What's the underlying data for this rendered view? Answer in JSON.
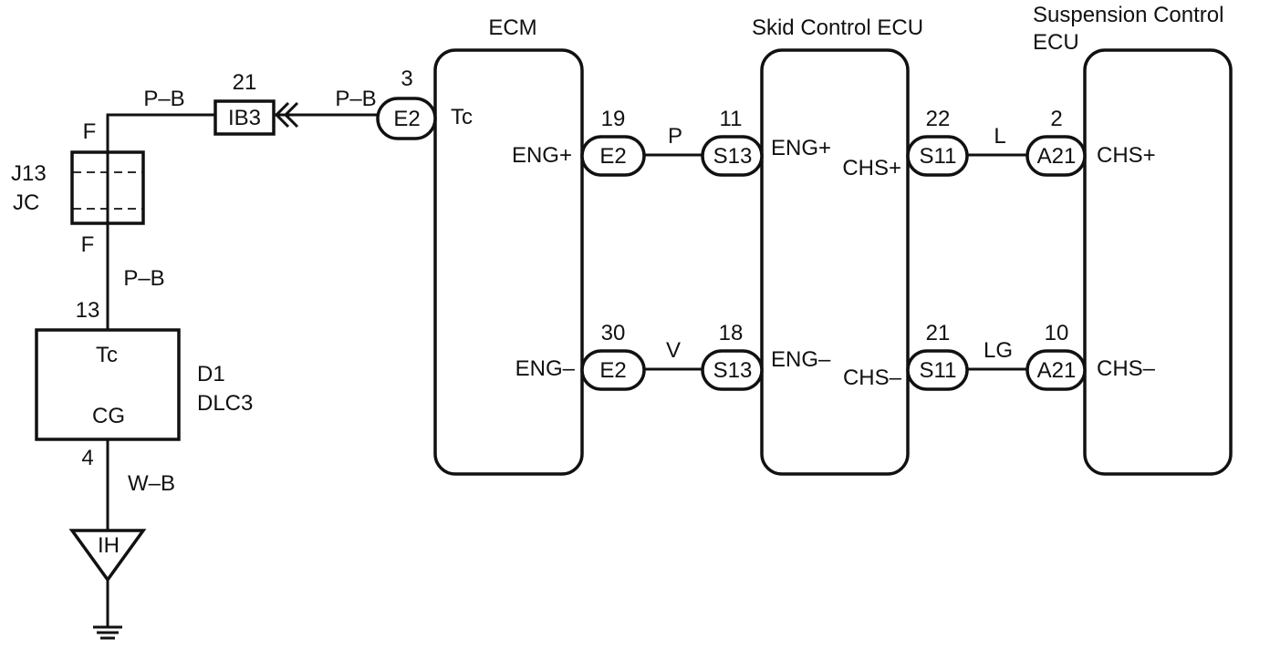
{
  "components": {
    "ecm": {
      "title": "ECM",
      "pins": {
        "tc": "Tc",
        "eng_plus": "ENG+",
        "eng_minus": "ENG–"
      }
    },
    "skid": {
      "title": "Skid Control ECU",
      "pins": {
        "eng_plus": "ENG+",
        "chs_plus": "CHS+",
        "eng_minus": "ENG–",
        "chs_minus": "CHS–"
      }
    },
    "susp": {
      "title_line1": "Suspension Control",
      "title_line2": "ECU",
      "pins": {
        "chs_plus": "CHS+",
        "chs_minus": "CHS–"
      }
    },
    "dlc3": {
      "id": "D1",
      "name": "DLC3",
      "pin_tc": "Tc",
      "pin_cg": "CG",
      "pin_top": "13",
      "pin_bottom": "4"
    },
    "jc": {
      "id": "J13",
      "name": "JC",
      "pin_top": "F",
      "pin_bottom": "F"
    },
    "ground": {
      "label": "IH"
    }
  },
  "connectors": {
    "ib3": {
      "label": "IB3",
      "pin": "21"
    },
    "ecm_tc": {
      "label": "E2",
      "pin": "3"
    },
    "ecm_engp": {
      "label": "E2",
      "pin": "19"
    },
    "ecm_engm": {
      "label": "E2",
      "pin": "30"
    },
    "skid_engp": {
      "label": "S13",
      "pin": "11"
    },
    "skid_engm": {
      "label": "S13",
      "pin": "18"
    },
    "skid_chsp": {
      "label": "S11",
      "pin": "22"
    },
    "skid_chsm": {
      "label": "S11",
      "pin": "21"
    },
    "susp_chsp": {
      "label": "A21",
      "pin": "2"
    },
    "susp_chsm": {
      "label": "A21",
      "pin": "10"
    }
  },
  "wires": {
    "pb_top": "P–B",
    "pb_ib3": "P–B",
    "pb_mid": "P–B",
    "wb": "W–B",
    "p": "P",
    "v": "V",
    "l": "L",
    "lg": "LG"
  }
}
